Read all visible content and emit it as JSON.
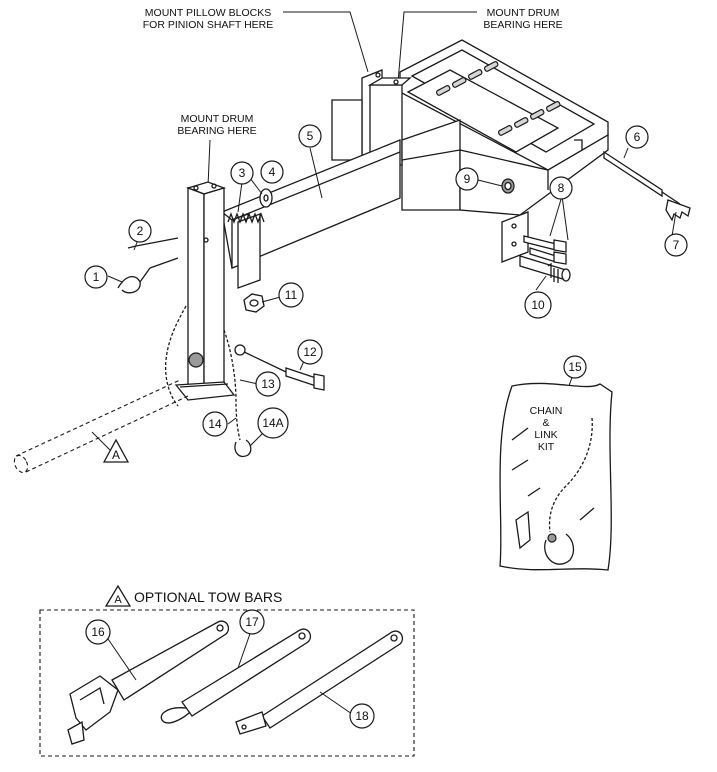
{
  "notes": {
    "pillow_blocks": [
      "MOUNT PILLOW BLOCKS",
      "FOR PINION SHAFT HERE"
    ],
    "drum_bearing_right": [
      "MOUNT DRUM",
      "BEARING HERE"
    ],
    "drum_bearing_left": [
      "MOUNT DRUM",
      "BEARING HERE"
    ]
  },
  "callouts": {
    "c1": "1",
    "c2": "2",
    "c3": "3",
    "c4": "4",
    "c5": "5",
    "c6": "6",
    "c7": "7",
    "c8": "8",
    "c9": "9",
    "c10": "10",
    "c11": "11",
    "c12": "12",
    "c13": "13",
    "c14": "14",
    "c14a": "14A",
    "c15": "15",
    "c16": "16",
    "c17": "17",
    "c18": "18"
  },
  "reference_marker": "A",
  "chain_kit_label": [
    "CHAIN",
    "&",
    "LINK",
    "KIT"
  ],
  "optional_section": {
    "marker": "A",
    "title": "OPTIONAL TOW BARS"
  }
}
